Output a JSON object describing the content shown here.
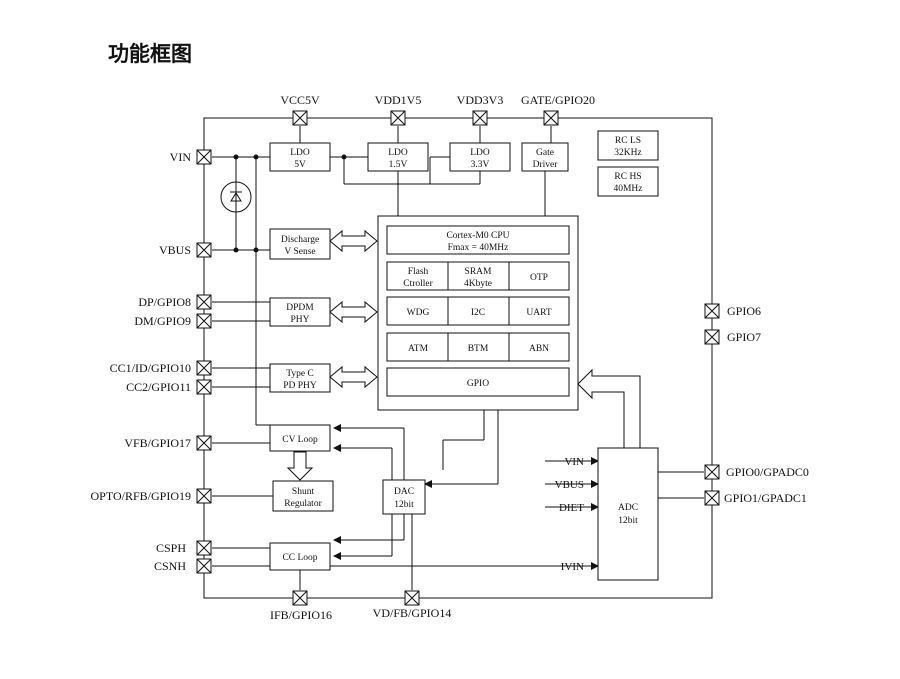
{
  "title": "功能框图",
  "pins_top": [
    "VCC5V",
    "VDD1V5",
    "VDD3V3",
    "GATE/GPIO20"
  ],
  "pins_left": [
    "VIN",
    "VBUS",
    "DP/GPIO8",
    "DM/GPIO9",
    "CC1/ID/GPIO10",
    "CC2/GPIO11",
    "VFB/GPIO17",
    "OPTO/RFB/GPIO19",
    "CSPH",
    "CSNH"
  ],
  "pins_right": [
    "GPIO6",
    "GPIO7",
    "GPIO0/GPADC0",
    "GPIO1/GPADC1"
  ],
  "pins_bottom": [
    "IFB/GPIO16",
    "VD/FB/GPIO14"
  ],
  "blocks": {
    "ldo5": [
      "LDO",
      "5V"
    ],
    "ldo15": [
      "LDO",
      "1.5V"
    ],
    "ldo33": [
      "LDO",
      "3.3V"
    ],
    "gate": [
      "Gate",
      "Driver"
    ],
    "rcls": [
      "RC LS",
      "32KHz"
    ],
    "rchs": [
      "RC HS",
      "40MHz"
    ],
    "discharge": [
      "Discharge",
      "V Sense"
    ],
    "dpdm": [
      "DPDM",
      "PHY"
    ],
    "typec": [
      "Type C",
      "PD PHY"
    ],
    "cvloop": [
      "CV Loop"
    ],
    "shunt": [
      "Shunt",
      "Regulator"
    ],
    "ccloop": [
      "CC Loop"
    ],
    "dac": [
      "DAC",
      "12bit"
    ],
    "adc": [
      "ADC",
      "12bit"
    ]
  },
  "mcu": {
    "cpu": [
      "Cortex-M0 CPU",
      "Fmax = 40MHz"
    ],
    "flash": [
      "Flash",
      "Ctroller"
    ],
    "sram": [
      "SRAM",
      "4Kbyte"
    ],
    "otp": "OTP",
    "wdg": "WDG",
    "i2c": "I2C",
    "uart": "UART",
    "atm": "ATM",
    "btm": "BTM",
    "abn": "ABN",
    "gpio": "GPIO"
  },
  "adc_inputs": [
    "VIN",
    "VBUS",
    "DIET",
    "IVIN"
  ],
  "colors": {
    "line": "#111111",
    "background": "#ffffff"
  }
}
